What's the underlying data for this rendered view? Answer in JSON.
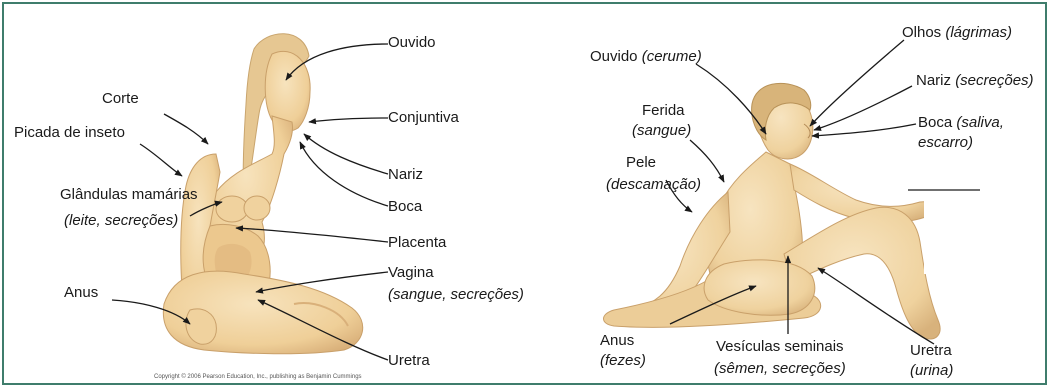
{
  "female": {
    "ouvido": "Ouvido",
    "conjuntiva": "Conjuntiva",
    "nariz": "Nariz",
    "boca": "Boca",
    "corte": "Corte",
    "picada": "Picada de inseto",
    "glandulas": "Glândulas mamárias",
    "glandulas_detail": "(leite, secreções)",
    "placenta": "Placenta",
    "vagina": "Vagina",
    "vagina_detail": "(sangue, secreções)",
    "anus": "Anus",
    "uretra": "Uretra",
    "credit": "Copyright © 2006 Pearson Education, Inc., publishing as Benjamin Cummings"
  },
  "male": {
    "ouvido": "Ouvido",
    "ouvido_detail": "(cerume)",
    "olhos": "Olhos",
    "olhos_detail": "(lágrimas)",
    "nariz": "Nariz",
    "nariz_detail": "(secreções)",
    "boca": "Boca",
    "boca_detail1": "(saliva,",
    "boca_detail2": "escarro)",
    "ferida": "Ferida",
    "ferida_detail": "(sangue)",
    "pele": "Pele",
    "pele_detail": "(descamação)",
    "anus": "Anus",
    "anus_detail": "(fezes)",
    "vesiculas": "Vesículas seminais",
    "vesiculas_detail": "(sêmen, secreções)",
    "uretra": "Uretra",
    "uretra_detail": "(urina)"
  },
  "colors": {
    "border": "#3f7d6c",
    "skin": "#f1d6a6",
    "skin_shadow": "#d9b27a",
    "leader": "#1a1a1a"
  }
}
